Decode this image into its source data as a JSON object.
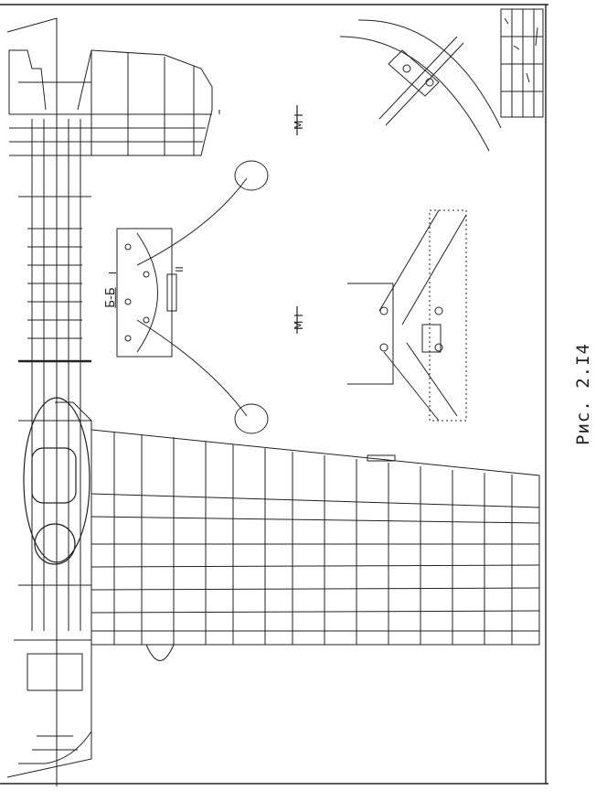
{
  "figure": {
    "caption": "Рис. 2.I4",
    "section_label": "Б-Б",
    "view_label_1": "М I",
    "view_label_2": "М I",
    "roman_1": "I",
    "roman_2": "II"
  }
}
